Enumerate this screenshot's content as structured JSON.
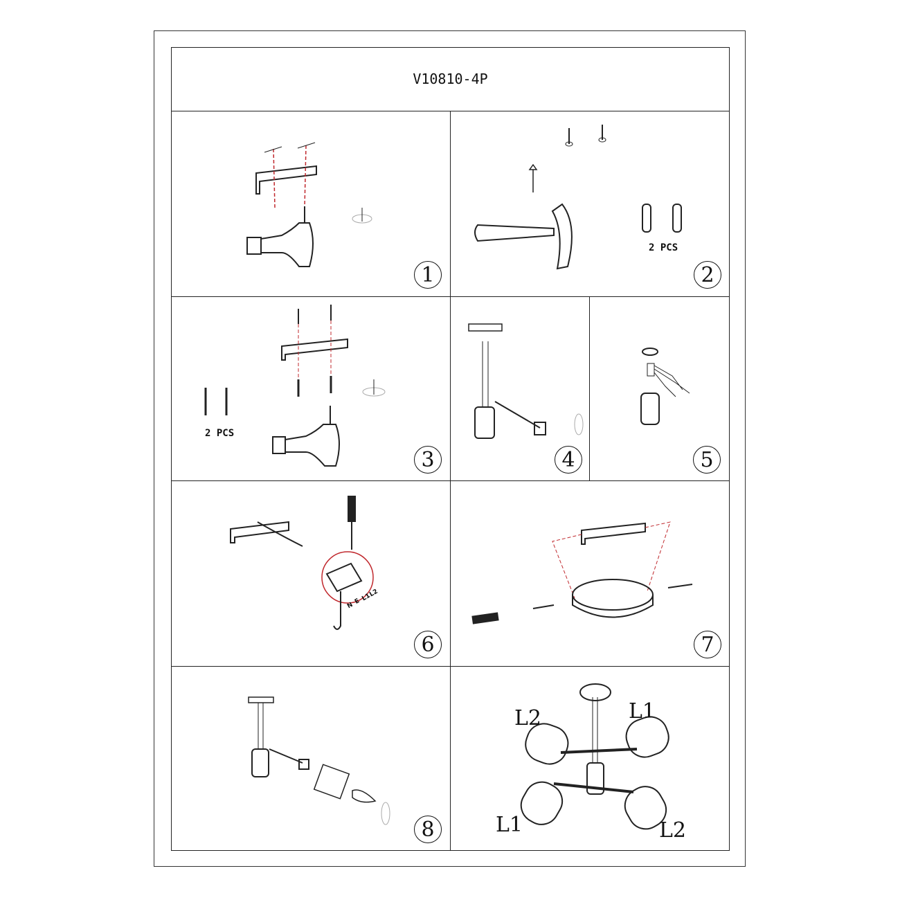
{
  "title": "V10810-4P",
  "steps": [
    {
      "number": "1"
    },
    {
      "number": "2",
      "parts_label": "2 PCS"
    },
    {
      "number": "3",
      "parts_label": "2 PCS"
    },
    {
      "number": "4"
    },
    {
      "number": "5"
    },
    {
      "number": "6",
      "wire_labels": [
        "N",
        "E",
        "L1",
        "L2"
      ]
    },
    {
      "number": "7"
    },
    {
      "number": "8"
    }
  ],
  "final_labels": [
    "L2",
    "L1",
    "L1",
    "L2"
  ],
  "colors": {
    "line": "#222222",
    "guide": "#c0282d"
  }
}
